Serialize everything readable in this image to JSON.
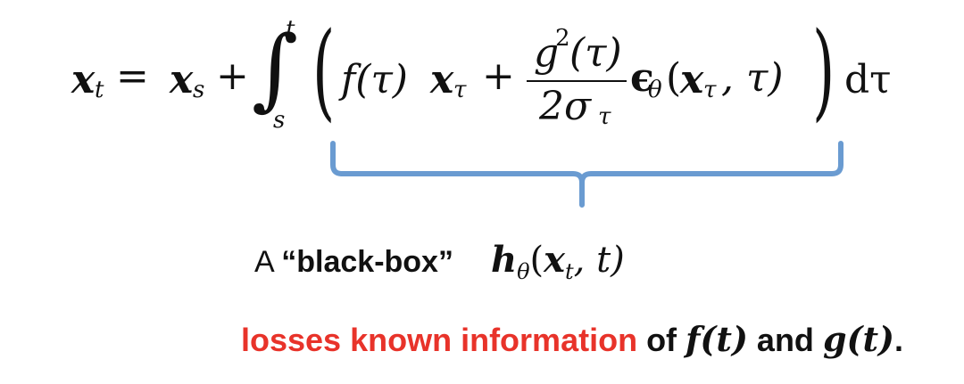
{
  "equation": {
    "lhs_var": "x",
    "lhs_sub": "t",
    "equals": "=",
    "term1_var": "x",
    "term1_sub": "s",
    "plus1": "+",
    "integral_sign": "∫",
    "integral_upper": "t",
    "integral_lower": "s",
    "open_paren": "(",
    "f_term": "f(τ)",
    "f_x_var": "x",
    "f_x_sub": "τ",
    "plus2": "+",
    "frac_num_g": "g",
    "frac_num_sup": "2",
    "frac_num_arg": "(τ)",
    "frac_den_coef": "2σ",
    "frac_den_sub": "τ",
    "eps_symbol": "ϵ",
    "eps_sub": "θ",
    "eps_args_open": "(",
    "eps_arg_var": "x",
    "eps_arg_sub": "τ",
    "eps_args_rest": ", τ)",
    "close_paren": ")",
    "differential": "dτ"
  },
  "brace": {
    "color": "#6a9bd1"
  },
  "blackbox": {
    "prefix": "A ",
    "open_quote": "“",
    "bold_text": "black-box",
    "close_quote": "”",
    "h_symbol": "h",
    "h_sub": "θ",
    "h_args_open": "(",
    "h_arg_var": "x",
    "h_arg_sub": "t",
    "h_args_rest": ", t)"
  },
  "loss_note": {
    "red_text": "losses known information",
    "red_color": "#e8332a",
    "of_text": " of ",
    "f_func": "f",
    "f_arg": "(t)",
    "and_text": " and ",
    "g_func": "g",
    "g_arg": "(t)",
    "period": "."
  }
}
